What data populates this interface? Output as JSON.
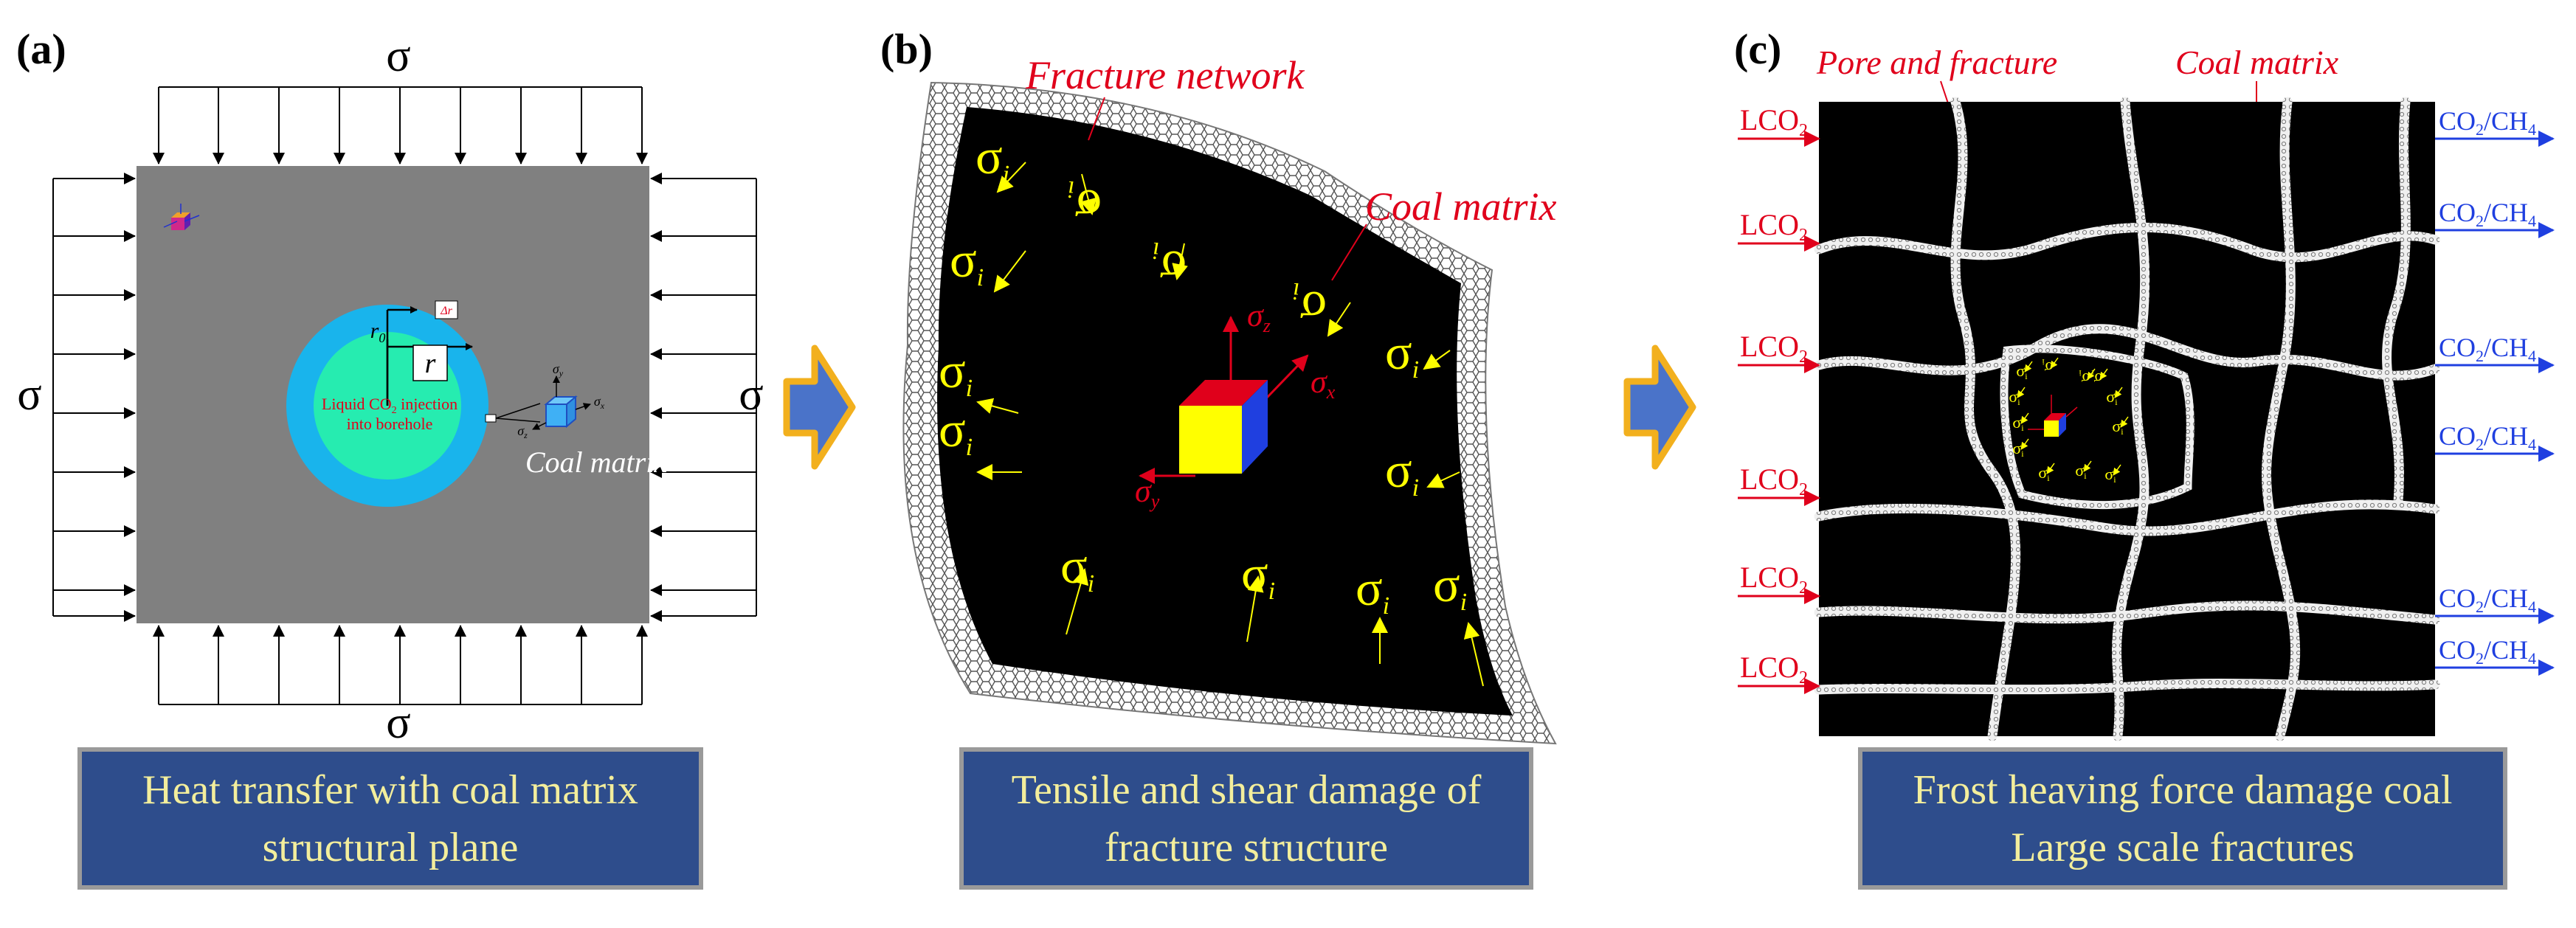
{
  "panel_a": {
    "label": "(a)",
    "sigma": "σ",
    "injection_text_1": "Liquid CO",
    "injection_sub": "2",
    "injection_text_2": " injection",
    "injection_text_3": "into borehole",
    "coal_matrix": "Coal matrix",
    "r0": "r",
    "r0_sub": "0",
    "r": "r",
    "delta_r": "Δr",
    "sigma_y": "σ",
    "sigma_y_sub": "y",
    "sigma_x": "σ",
    "sigma_x_sub": "x",
    "sigma_z": "σ",
    "sigma_z_sub": "z",
    "caption": "Heat transfer with coal matrix\nstructural plane",
    "colors": {
      "plate": "#808080",
      "ring": "#19b4ec",
      "core": "#26ecb0",
      "text_red": "#e0001b"
    }
  },
  "panel_b": {
    "label": "(b)",
    "fracture_network": "Fracture network",
    "coal_matrix": "Coal matrix",
    "sigma_i": "σ",
    "sigma_i_sub": "i",
    "sigma_x": "σ",
    "sigma_x_sub": "x",
    "sigma_y": "σ",
    "sigma_y_sub": "y",
    "sigma_z": "σ",
    "sigma_z_sub": "z",
    "caption": "Tensile and shear damage of\nfracture structure",
    "colors": {
      "matrix": "#000000",
      "sigma": "#ffff00",
      "label": "#e0001b"
    }
  },
  "panel_c": {
    "label": "(c)",
    "pore_and_fracture": "Pore and fracture",
    "coal_matrix": "Coal matrix",
    "inlet": "LCO",
    "inlet_sub": "2",
    "outlet_a": "CO",
    "outlet_sub1": "2",
    "outlet_b": "/CH",
    "outlet_sub2": "4",
    "caption": "Frost heaving force damage coal\nLarge scale fractures",
    "colors": {
      "inlet": "#e0001b",
      "outlet": "#1f3fe0",
      "fracture": "#e8e8e8"
    }
  },
  "arrows": {
    "color_fill": "#4a73c9",
    "color_edge": "#f2b01e"
  }
}
